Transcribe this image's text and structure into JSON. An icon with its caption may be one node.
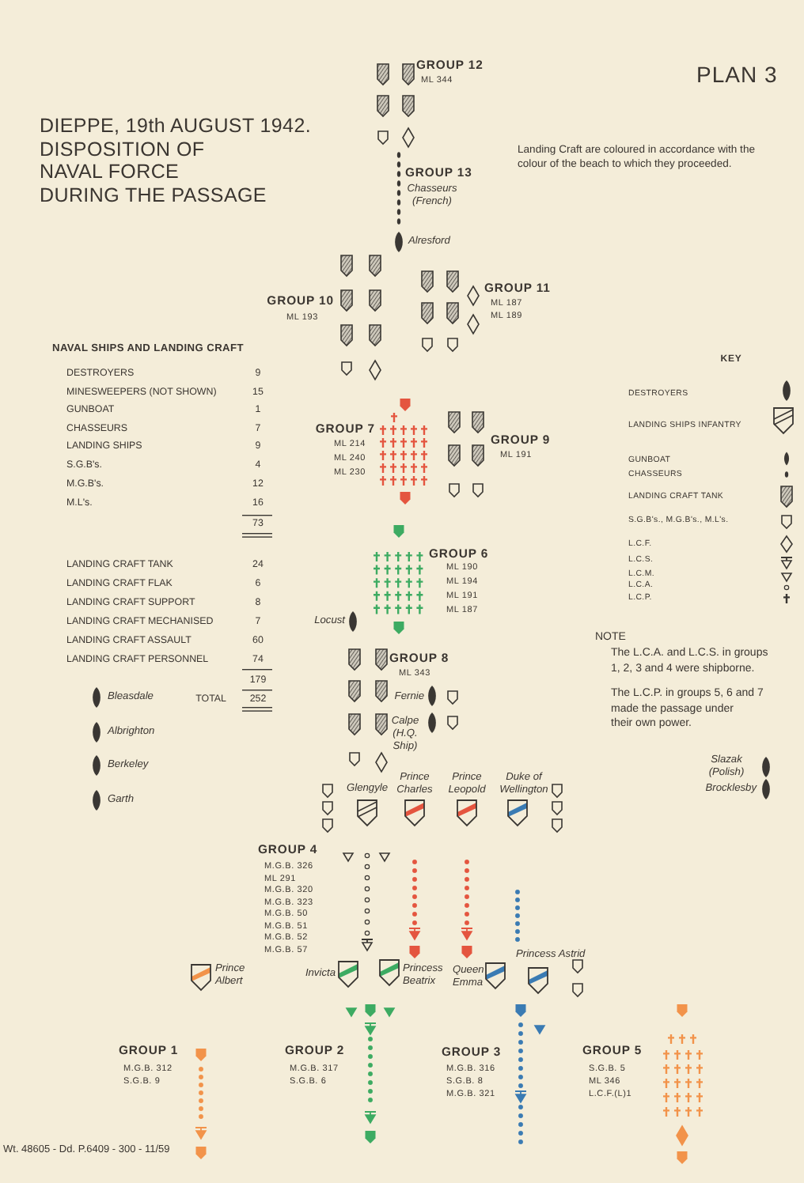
{
  "diagram": {
    "title": "DIEPPE, 19th AUGUST 1942. DISPOSITION OF NAVAL FORCE DURING THE PASSAGE",
    "labels": [
      "GROUP 12",
      "ML 344",
      "PLAN 3",
      "Landing Craft are coloured in accordance with the colour of the beach to which they proceeded.",
      "GROUP 13",
      "Chasseurs (French)",
      "Alresford",
      "GROUP 10",
      "ML 193",
      "GROUP 11",
      "ML 187",
      "ML 189",
      "NAVAL SHIPS AND LANDING CRAFT",
      "DESTROYERS",
      "9",
      "MINESWEEPERS (NOT SHOWN)",
      "15",
      "GUNBOAT",
      "1",
      "CHASSEURS",
      "7",
      "LANDING SHIPS",
      "9",
      "S.G.B's.",
      "4",
      "M.G.B's.",
      "12",
      "M.L's.",
      "16",
      "73",
      "GROUP 7",
      "ML 214",
      "ML 240",
      "ML 230",
      "GROUP 9",
      "ML 191",
      "LANDING CRAFT TANK",
      "24",
      "LANDING CRAFT FLAK",
      "6",
      "LANDING CRAFT SUPPORT",
      "8",
      "LANDING CRAFT MECHANISED",
      "7",
      "LANDING CRAFT ASSAULT",
      "60",
      "LANDING CRAFT PERSONNEL",
      "74",
      "179",
      "TOTAL",
      "252",
      "GROUP 6",
      "ML 190",
      "ML 194",
      "ML 191",
      "ML 187",
      "Locust",
      "KEY",
      "NOTE",
      "The L.C.A. and L.C.S. in groups 1, 2, 3 and 4 were shipborne.",
      "The L.C.P. in groups 5, 6 and 7 made the passage under their own power.",
      "GROUP 8",
      "ML 343",
      "Fernie",
      "Calpe (H.Q. Ship)",
      "Bleasdale",
      "Albrighton",
      "Berkeley",
      "Garth",
      "Slazak (Polish)",
      "Brocklesby",
      "Prince Charles",
      "Prince Leopold",
      "Duke of Wellington",
      "Glengyle",
      "GROUP 4",
      "M.G.B. 326",
      "ML 291",
      "M.G.B. 320",
      "M.G.B. 323",
      "M.G.B. 50",
      "M.G.B. 51",
      "M.G.B. 52",
      "M.G.B. 57",
      "Princess Astrid",
      "Prince Albert",
      "Invicta",
      "Princess Beatrix",
      "Queen Emma",
      "GROUP 1",
      "M.G.B. 312",
      "S.G.B. 9",
      "GROUP 2",
      "M.G.B. 317",
      "S.G.B. 6",
      "GROUP 3",
      "M.G.B. 316",
      "S.G.B. 8",
      "M.G.B. 321",
      "GROUP 5",
      "S.G.B. 5",
      "ML 346",
      "L.C.F.(L)1",
      "Wt. 48605 - Dd. P.6409 - 300 - 11/59"
    ],
    "legend": [
      {
        "text": "DESTROYERS"
      },
      {
        "text": "LANDING SHIPS INFANTRY"
      },
      {
        "text": "GUNBOAT"
      },
      {
        "text": "CHASSEURS"
      },
      {
        "text": "LANDING CRAFT TANK"
      },
      {
        "text": "S.G.B's., M.G.B's., M.L's."
      },
      {
        "text": "L.C.F."
      },
      {
        "text": "L.C.S."
      },
      {
        "text": "L.C.M."
      },
      {
        "text": "L.C.A."
      },
      {
        "text": "L.C.P."
      }
    ]
  }
}
